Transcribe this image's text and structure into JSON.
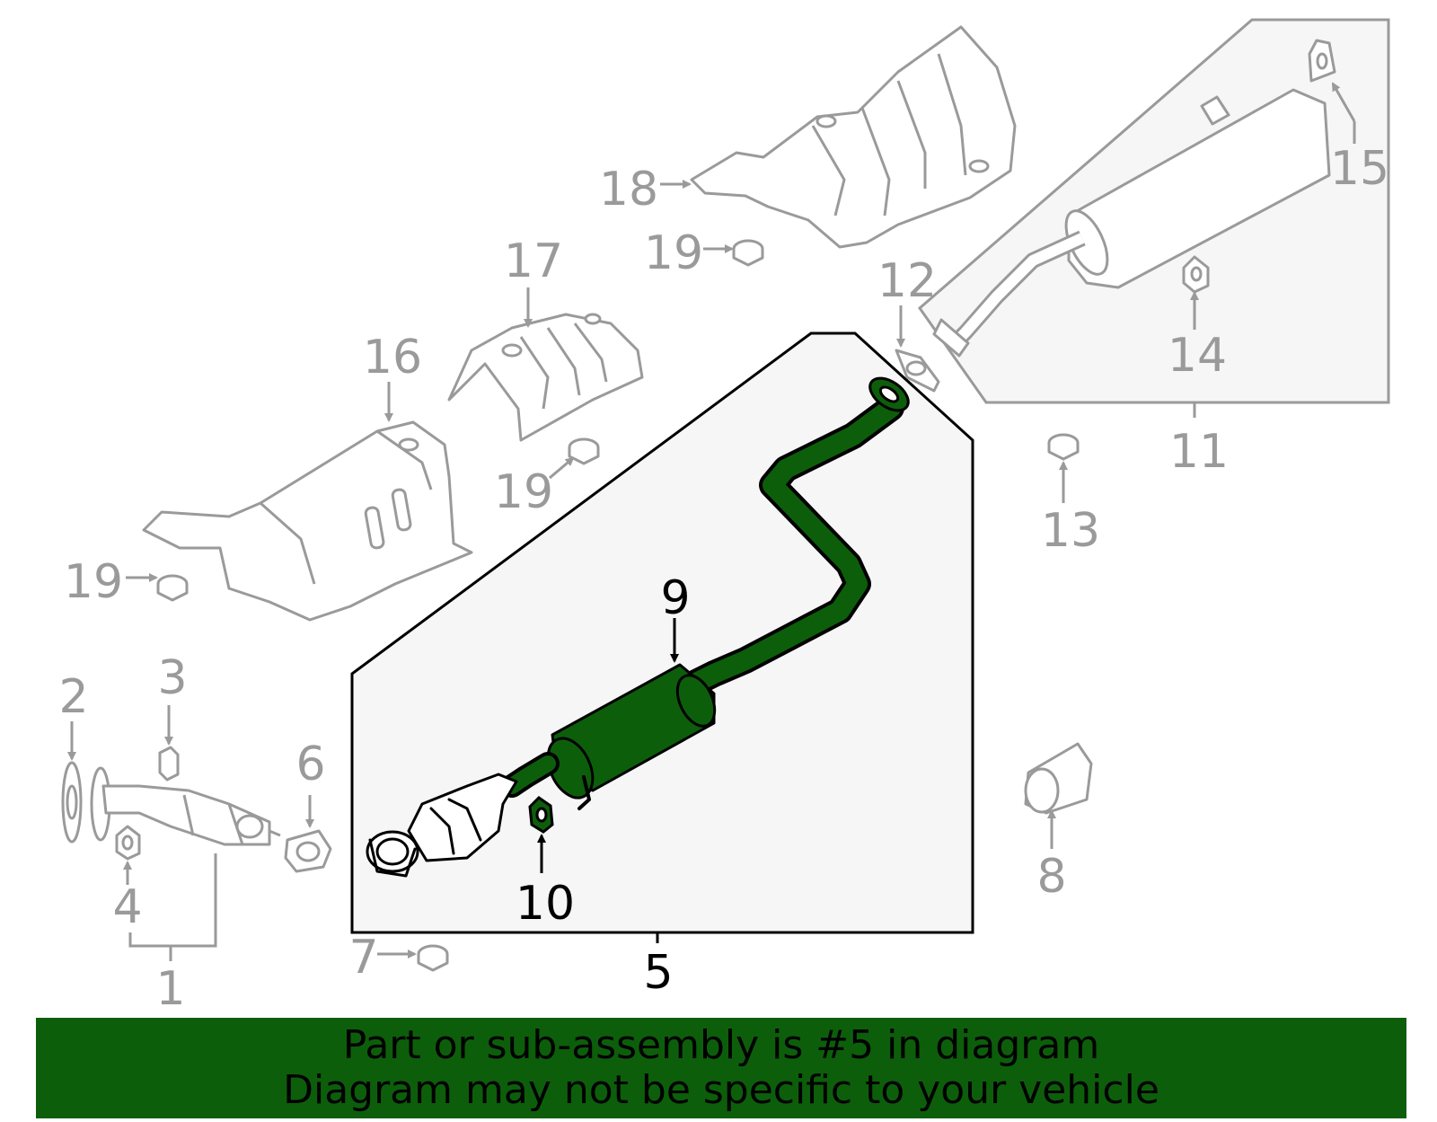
{
  "diagram": {
    "callouts": {
      "c1": "1",
      "c2": "2",
      "c3": "3",
      "c4": "4",
      "c5": "5",
      "c6": "6",
      "c7": "7",
      "c8": "8",
      "c9": "9",
      "c10": "10",
      "c11": "11",
      "c12": "12",
      "c13": "13",
      "c14": "14",
      "c15": "15",
      "c16": "16",
      "c17": "17",
      "c18": "18",
      "c19a": "19",
      "c19b": "19",
      "c19c": "19"
    },
    "highlight_part": "5",
    "colors": {
      "highlight": "#0d5e0b",
      "muted": "#9a9a9a",
      "panel": "#f6f6f6"
    }
  },
  "banner": {
    "line1": "Part or sub-assembly is #5 in diagram",
    "line2": "Diagram may not be specific to your vehicle",
    "background": "#0d5e0b"
  }
}
